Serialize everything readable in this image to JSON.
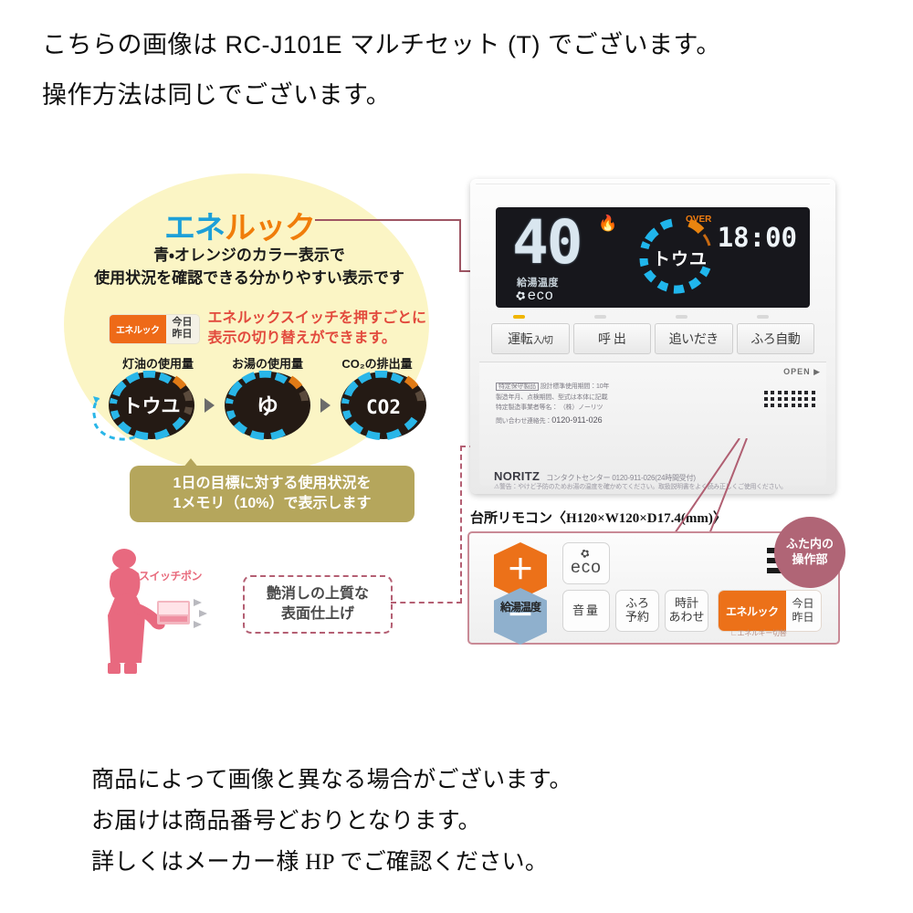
{
  "top_text": {
    "line1": "こちらの画像は RC-J101E マルチセット (T) でございます。",
    "line2": "操作方法は同じでございます。"
  },
  "bottom_text": {
    "line1": "商品によって画像と異なる場合がございます。",
    "line2": "お届けは商品番号どおりとなります。",
    "line3": "詳しくはメーカー様 HP でご確認ください。"
  },
  "enelook": {
    "title_blue": "エネ",
    "title_orange": "ルック",
    "subtitle_line1": "青・オレンジのカラー表示で",
    "subtitle_line2": "使用状況を確認できる分かりやすい表示です",
    "badge_label": "エネルック",
    "badge_today": "今日",
    "badge_yesterday": "昨日",
    "badge_note_line1": "エネルックスイッチを押すごとに",
    "badge_note_line2": "表示の切り替えができます。",
    "gauges": [
      {
        "label": "灯油の使用量",
        "display": "トウユ"
      },
      {
        "label": "お湯の使用量",
        "display": "ゆ"
      },
      {
        "label": "CO₂の排出量",
        "display": "CO2"
      }
    ],
    "callout_line1": "1日の目標に対する使用状況を",
    "callout_line2": "1メモリ（10%）で表示します"
  },
  "woman": {
    "switch_label": "スイッチポン"
  },
  "matte_callout": {
    "line1": "艶消しの上質な",
    "line2": "表面仕上げ"
  },
  "remote": {
    "lcd": {
      "temperature": "40",
      "temp_label": "給湯温度",
      "eco_label": "eco",
      "clock": "18:00",
      "gauge_text": "トウユ",
      "over_label": "OVER"
    },
    "buttons": [
      {
        "main": "運転",
        "sub": "入/切"
      },
      {
        "main": "呼 出",
        "sub": ""
      },
      {
        "main": "追いだき",
        "sub": ""
      },
      {
        "main": "ふろ自動",
        "sub": ""
      }
    ],
    "open_label": "OPEN ▶",
    "tiny_print": {
      "boxed": "特定保守製品",
      "line1_rest": "設計標準使用期間：10年",
      "line2": "製造年月、点検期間、型式は本体に記載",
      "line3": "特定製造事業者等名： （株）ノーリツ",
      "line4_prefix": "問い合わせ連絡先：",
      "line4_phone": "0120-911-026"
    },
    "brand": "NORITZ",
    "contact": "コンタクトセンター 0120-911-026(24時間受付)",
    "warning": "⚠警告：やけど予防のためお湯の温度を確かめてください。取扱説明書をよく読み正しくご使用ください。",
    "caption": "台所リモコン〈H120×W120×D17.4(mm)〉"
  },
  "panel": {
    "plus": "＋",
    "minus": "－",
    "temp_label": "給湯温度",
    "eco": "eco",
    "volume": "音量",
    "furo_line1": "ふろ",
    "furo_line2": "予約",
    "clock_line1": "時計",
    "clock_line2": "あわせ",
    "enelook_label": "エネルック",
    "enelook_today": "今日",
    "enelook_yesterday": "昨日",
    "enelook_note": "エネルギー切替",
    "futa_line1": "ふた内の",
    "futa_line2": "操作部"
  },
  "colors": {
    "orange": "#ec7119",
    "blue": "#1da0d8",
    "gauge_blue": "#29b6e8",
    "pink": "#e86a7c",
    "beige": "#b5a65c",
    "yellow_blob": "#fbf5c5",
    "rose_line": "#b05f72"
  }
}
